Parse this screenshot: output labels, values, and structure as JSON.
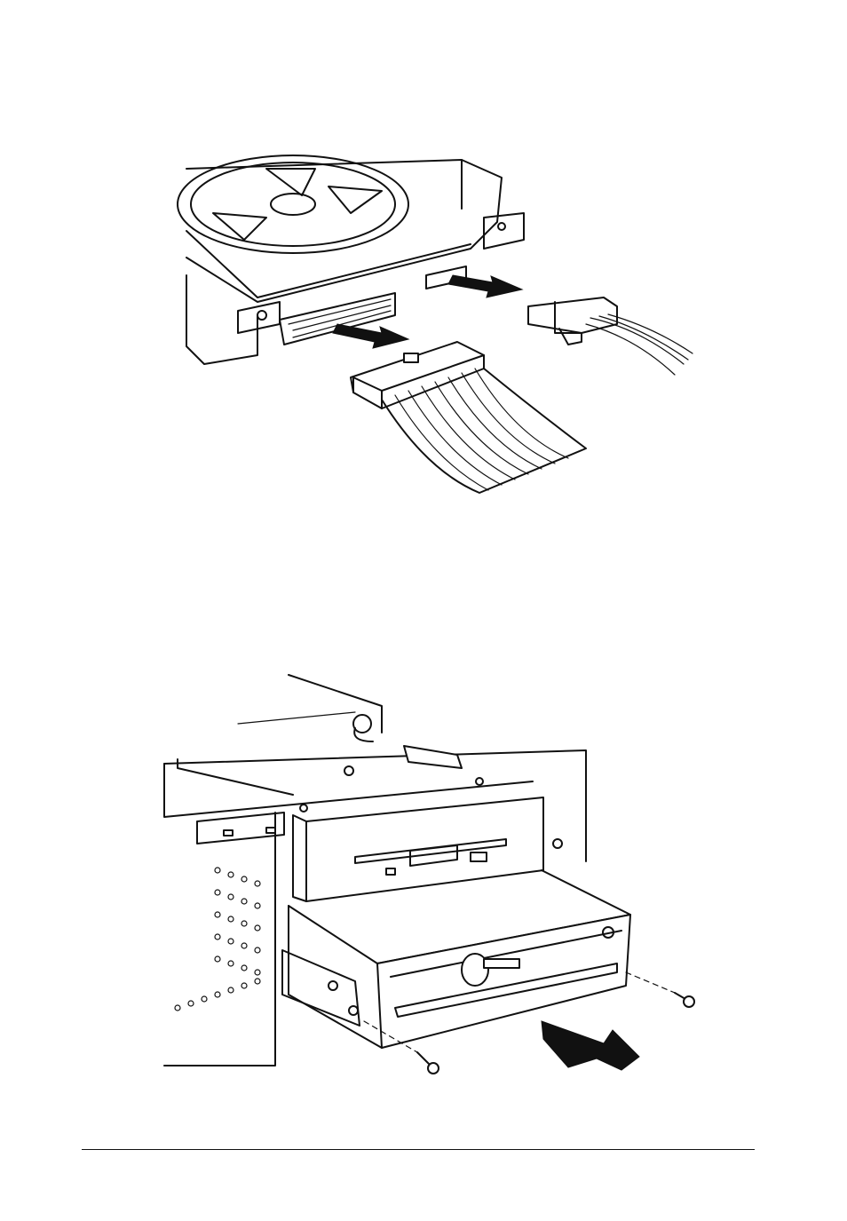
{
  "page": {
    "figures": [
      {
        "id": "hard-disk-cable-removal",
        "icons": [
          "hard-disk-drive",
          "ribbon-cable-connector",
          "power-connector",
          "direction-arrow"
        ]
      },
      {
        "id": "floppy-drive-removal",
        "icons": [
          "drive-bay",
          "floppy-drive-3-5",
          "floppy-drive-5-25",
          "mounting-screw",
          "direction-arrow"
        ]
      }
    ],
    "colors": {
      "ink": "#111111",
      "paper": "#ffffff"
    }
  }
}
